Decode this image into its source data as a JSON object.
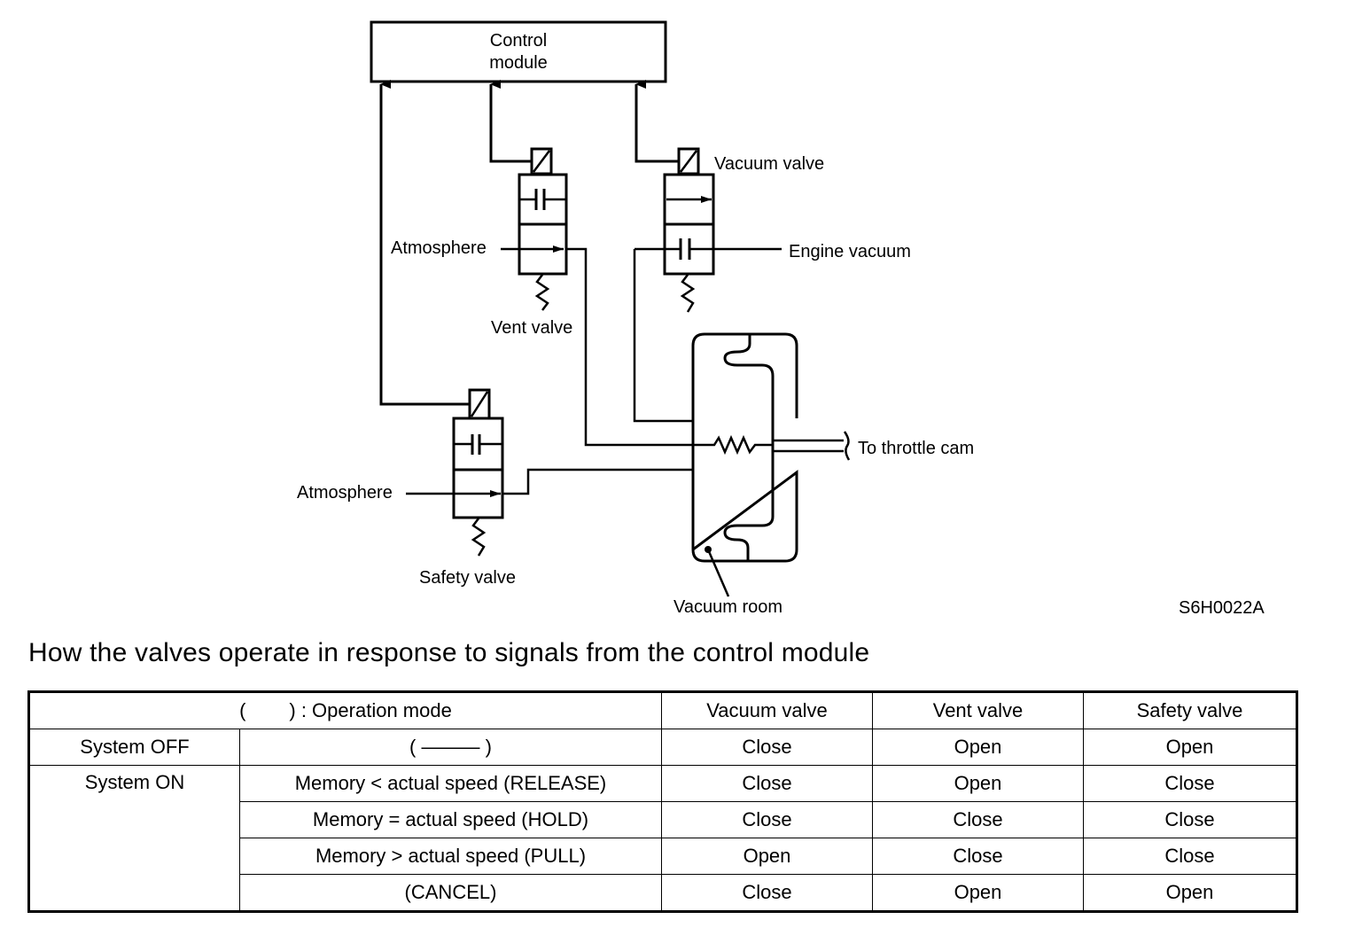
{
  "diagram": {
    "control_module": {
      "line1": "Control",
      "line2": "module"
    },
    "labels": {
      "vacuum_valve": "Vacuum valve",
      "engine_vacuum": "Engine vacuum",
      "atmosphere_vent": "Atmosphere",
      "vent_valve": "Vent valve",
      "atmosphere_safety": "Atmosphere",
      "safety_valve": "Safety valve",
      "to_throttle_cam": "To throttle cam",
      "vacuum_room": "Vacuum room",
      "figure_code": "S6H0022A"
    }
  },
  "caption": "How the valves operate in response to signals from the control module",
  "table": {
    "header": {
      "mode": "(        ) : Operation mode",
      "vacuum_valve": "Vacuum valve",
      "vent_valve": "Vent valve",
      "safety_valve": "Safety valve"
    },
    "rows": [
      {
        "state": "System OFF",
        "mode": "( ——— )",
        "vacuum": "Close",
        "vent": "Open",
        "safety": "Open"
      },
      {
        "state": "System ON",
        "mode": "Memory < actual speed (RELEASE)",
        "vacuum": "Close",
        "vent": "Open",
        "safety": "Close"
      },
      {
        "state": "",
        "mode": "Memory = actual speed (HOLD)",
        "vacuum": "Close",
        "vent": "Close",
        "safety": "Close"
      },
      {
        "state": "",
        "mode": "Memory > actual speed (PULL)",
        "vacuum": "Open",
        "vent": "Close",
        "safety": "Close"
      },
      {
        "state": "",
        "mode": "(CANCEL)",
        "vacuum": "Close",
        "vent": "Open",
        "safety": "Open"
      }
    ]
  }
}
